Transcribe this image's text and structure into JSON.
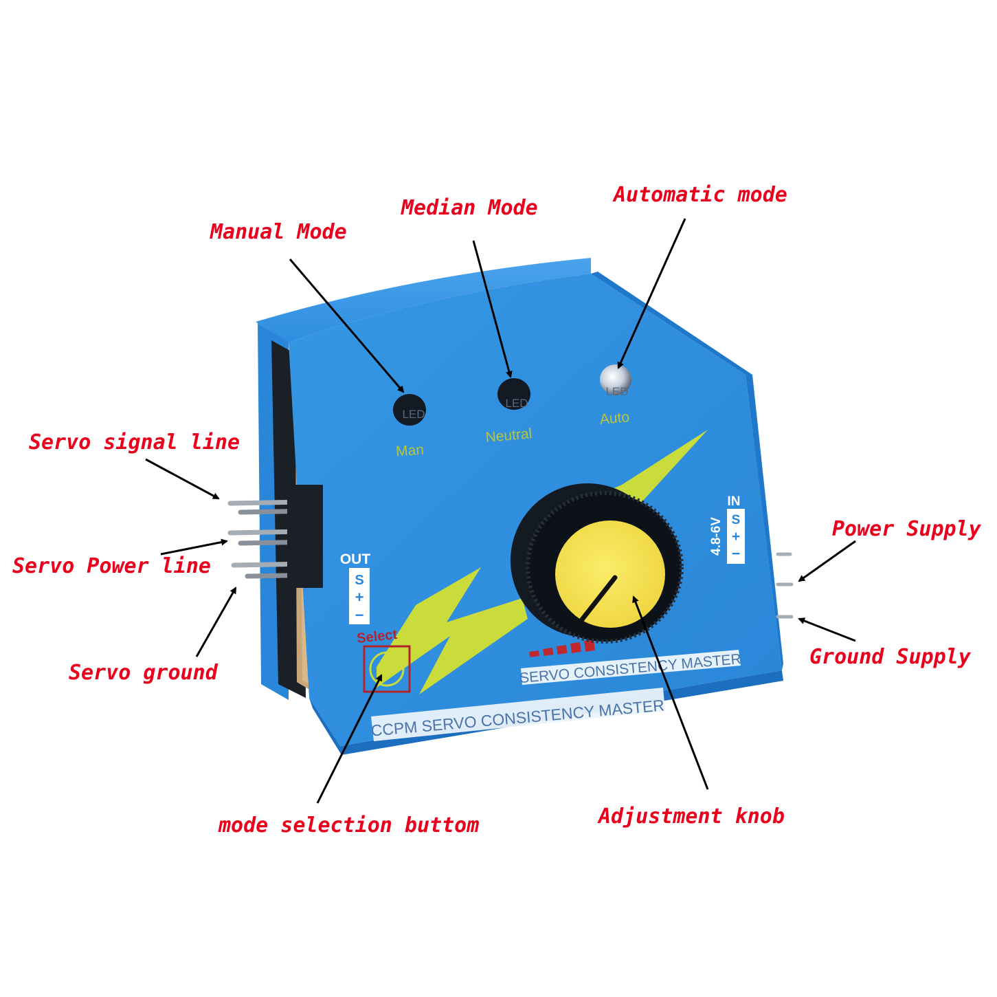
{
  "callouts": {
    "manual_mode": "Manual Mode",
    "median_mode": "Median Mode",
    "automatic_mode": "Automatic mode",
    "servo_signal_line": "Servo signal line",
    "servo_power_line": "Servo Power line",
    "servo_ground": "Servo ground",
    "power_supply": "Power Supply",
    "ground_supply": "Ground Supply",
    "mode_selection_button": "mode selection buttom",
    "adjustment_knob": "Adjustment knob"
  },
  "device": {
    "led_text": "LED",
    "led_man": "Man",
    "led_neutral": "Neutral",
    "led_auto": "Auto",
    "out_label": "OUT",
    "out_s": "S",
    "out_plus": "+",
    "out_minus": "−",
    "in_label": "IN",
    "in_s": "S",
    "in_plus": "+",
    "in_minus": "−",
    "voltage": "4.8-6V",
    "select_label": "Select",
    "brand_upper": "SERVO CONSISTENCY MASTER",
    "brand_lower": "CCPM SERVO CONSISTENCY MASTER"
  },
  "colors": {
    "label_red": "#e8001c",
    "case_blue": "#2f8fe0",
    "accent_yellow": "#c9dc3c",
    "knob_yellow": "#f5e353"
  }
}
